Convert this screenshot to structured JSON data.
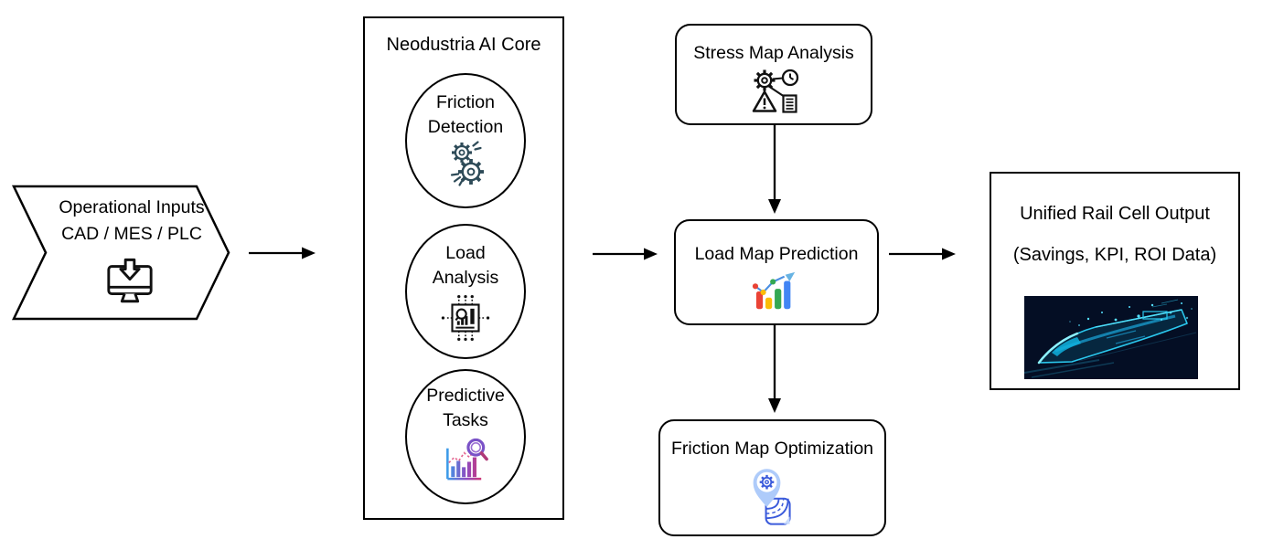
{
  "diagram": {
    "input_node": {
      "line1": "Operational Inputs",
      "line2": "CAD / MES / PLC",
      "icon": "monitor-download-icon"
    },
    "core": {
      "title": "Neodustria AI Core",
      "modules": [
        {
          "line1": "Friction",
          "line2": "Detection",
          "icon": "friction-gears-icon"
        },
        {
          "line1": "Load",
          "line2": "Analysis",
          "icon": "chip-analysis-icon"
        },
        {
          "line1": "Predictive",
          "line2": "Tasks",
          "icon": "predictive-chart-icon"
        }
      ]
    },
    "stress_node": {
      "label": "Stress Map Analysis",
      "icon": "gear-clock-warning-doc-icon"
    },
    "load_map_node": {
      "label": "Load Map Prediction",
      "icon": "growth-bars-arrow-icon"
    },
    "friction_map_node": {
      "label": "Friction Map Optimization",
      "icon": "map-pin-gear-road-icon"
    },
    "output_node": {
      "line1": "Unified Rail Cell Output",
      "line2": "(Savings, KPI, ROI Data)",
      "image": "digital-train-image"
    },
    "connections": [
      "input-to-core",
      "core-to-load-map",
      "stress-to-load-map",
      "load-map-to-friction-map",
      "load-map-to-output"
    ],
    "colors": {
      "line_black": "#000000",
      "background": "#ffffff",
      "gear_teal": "#2e4b58",
      "bar_red": "#ea4335",
      "bar_yellow": "#fbbc05",
      "bar_green": "#34a853",
      "bar_blue": "#4285f4",
      "trend_arrow_blue": "#67b3e3",
      "gradient_blue": "#3d9be9",
      "gradient_crimson": "#d6336c",
      "magnifier_purple": "#7a52c7",
      "pin_light_blue": "#aecbfa",
      "pin_stroke_blue": "#3b5bdb",
      "train_cyan": "#2bc8ee",
      "train_bg": "#040e24"
    }
  }
}
